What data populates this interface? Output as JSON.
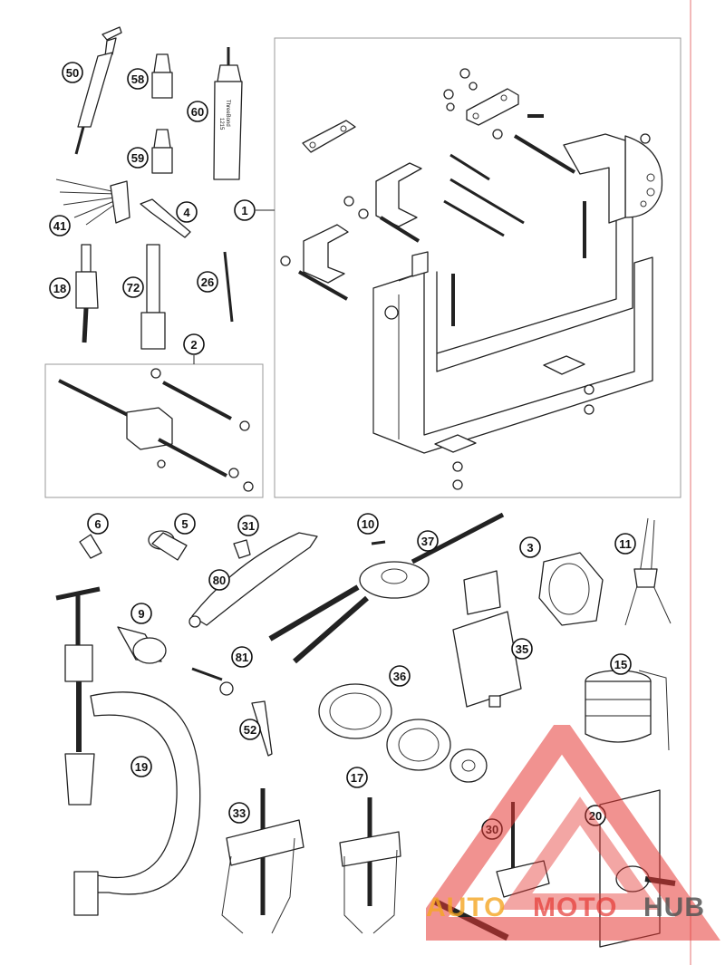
{
  "diagram": {
    "callouts": [
      {
        "id": "c1",
        "label": "1"
      },
      {
        "id": "c2",
        "label": "2"
      },
      {
        "id": "c3",
        "label": "3"
      },
      {
        "id": "c4",
        "label": "4"
      },
      {
        "id": "c5",
        "label": "5"
      },
      {
        "id": "c6",
        "label": "6"
      },
      {
        "id": "c9",
        "label": "9"
      },
      {
        "id": "c10",
        "label": "10"
      },
      {
        "id": "c11",
        "label": "11"
      },
      {
        "id": "c15",
        "label": "15"
      },
      {
        "id": "c17",
        "label": "17"
      },
      {
        "id": "c18",
        "label": "18"
      },
      {
        "id": "c19",
        "label": "19"
      },
      {
        "id": "c20",
        "label": "20"
      },
      {
        "id": "c26",
        "label": "26"
      },
      {
        "id": "c30",
        "label": "30"
      },
      {
        "id": "c31",
        "label": "31"
      },
      {
        "id": "c33",
        "label": "33"
      },
      {
        "id": "c35",
        "label": "35"
      },
      {
        "id": "c36",
        "label": "36"
      },
      {
        "id": "c37",
        "label": "37"
      },
      {
        "id": "c41",
        "label": "41"
      },
      {
        "id": "c50",
        "label": "50"
      },
      {
        "id": "c52",
        "label": "52"
      },
      {
        "id": "c58",
        "label": "58"
      },
      {
        "id": "c59",
        "label": "59"
      },
      {
        "id": "c60",
        "label": "60"
      },
      {
        "id": "c72",
        "label": "72"
      },
      {
        "id": "c80",
        "label": "80"
      },
      {
        "id": "c81",
        "label": "81"
      }
    ],
    "tube_text": [
      "ThreeBond",
      "1215"
    ]
  },
  "watermark": {
    "part1": "AUTO",
    "part2": "MOTO",
    "part3": "HUB",
    "color_primary": "#e53935",
    "color_secondary": "#f5a623",
    "color_dark": "#555555"
  },
  "colors": {
    "line": "#222222",
    "frame_border": "#999999",
    "margin_line": "#e57373"
  }
}
